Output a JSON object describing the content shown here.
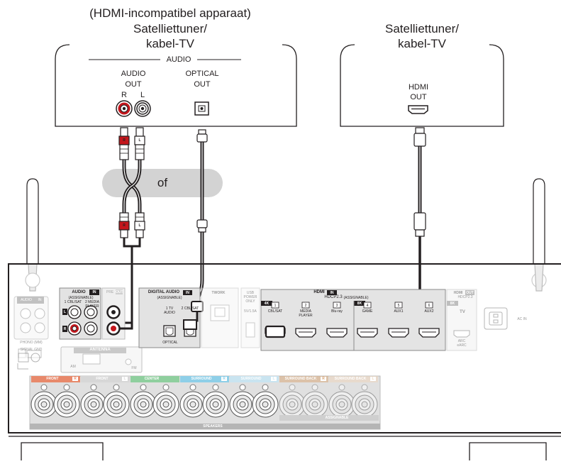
{
  "devices": {
    "left": {
      "note": "(HDMI-incompatibel apparaat)",
      "title_line1": "Satelliettuner/",
      "title_line2": "kabel-TV",
      "audio_group": "AUDIO",
      "audio_out_line1": "AUDIO",
      "audio_out_line2": "OUT",
      "ch_r": "R",
      "ch_l": "L",
      "optical_line1": "OPTICAL",
      "optical_line2": "OUT"
    },
    "right": {
      "title_line1": "Satelliettuner/",
      "title_line2": "kabel-TV",
      "hdmi_line1": "HDMI",
      "hdmi_line2": "OUT"
    }
  },
  "or_label": "of",
  "plug_letters": {
    "r": "R",
    "l": "L"
  },
  "receiver": {
    "audio_in": {
      "title": "AUDIO",
      "badge": "IN",
      "sub": "(ASSIGNABLE)",
      "col1": "1 CBL/SAT",
      "col2_line1": "2 MEDIA",
      "col2_line2": "PLAYER",
      "ch_l": "L",
      "ch_r": "R"
    },
    "pre_out": {
      "title": "PRE",
      "badge": "OUT"
    },
    "left_block": {
      "title": "AUDIO",
      "badge": "IN",
      "phono": "PHONO (MM)",
      "signal_gnd": "SIGNAL GND"
    },
    "digital_audio": {
      "title": "DIGITAL AUDIO",
      "badge": "IN",
      "sub": "(ASSIGNABLE)",
      "c1_line1": "1 TV",
      "c1_line2": "AUDIO",
      "c2": "2 CBL/SAT",
      "optical": "OPTICAL"
    },
    "network": "TWORK",
    "usb": {
      "line1": "USB",
      "line2": "POWER",
      "line3": "ONLY",
      "spec": "5V/1.5A"
    },
    "hdmi_in": {
      "title": "HDMI",
      "badge": "IN",
      "hdcp": "HDCP2.3",
      "sub": "(ASSIGNABLE)",
      "tag_4k": "4K",
      "tag_8k": "8K",
      "inputs": [
        {
          "num": "1",
          "line1": "CBL/SAT",
          "line2": ""
        },
        {
          "num": "2",
          "line1": "MEDIA",
          "line2": "PLAYER"
        },
        {
          "num": "3",
          "line1": "Blu-ray",
          "line2": ""
        },
        {
          "num": "4",
          "line1": "GAME",
          "line2": ""
        },
        {
          "num": "5",
          "line1": "AUX1",
          "line2": ""
        },
        {
          "num": "6",
          "line1": "AUX2",
          "line2": ""
        }
      ]
    },
    "hdmi_out": {
      "title": "HDMI",
      "badge": "OUT",
      "hdcp": "HDCP2.3",
      "tag_8k": "8K",
      "tv": "TV",
      "arc_line1": "ARC",
      "arc_line2": "eARC"
    },
    "ac_in": "AC IN",
    "antenna": {
      "title": "ANTENNA",
      "am": "AM",
      "fm": "FM"
    },
    "speakers": {
      "footer": "SPEAKERS",
      "assignable": "ASSIGNABLE",
      "groups": [
        {
          "label": "FRONT",
          "badge": "R",
          "color": "#e8896b"
        },
        {
          "label": "FRONT",
          "badge": "L",
          "color": "#d7d7d7"
        },
        {
          "label": "CENTER",
          "badge": "",
          "color": "#8fcf9e"
        },
        {
          "label": "SURROUND",
          "badge": "R",
          "color": "#8ecfe8"
        },
        {
          "label": "SURROUND",
          "badge": "L",
          "color": "#c9e4f0"
        },
        {
          "label": "SURROUND BACK",
          "badge": "R",
          "color": "#d9a574"
        },
        {
          "label": "SURROUND BACK",
          "badge": "L",
          "color": "#f0d6bc"
        }
      ]
    }
  }
}
